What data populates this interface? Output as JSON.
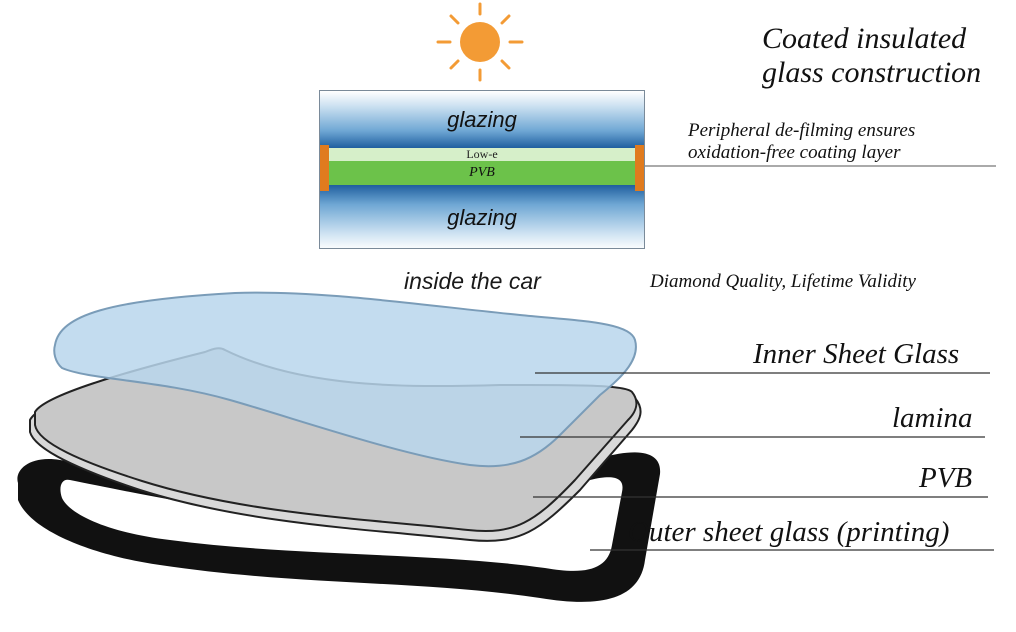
{
  "title": {
    "line1": "Coated insulated",
    "line2": "glass construction"
  },
  "cross_section": {
    "glazing_top": "glazing",
    "low_e": "Low-e",
    "pvb": "PVB",
    "glazing_bottom": "glazing"
  },
  "peripheral_note": {
    "line1": "Peripheral de-filming ensures",
    "line2": "oxidation-free coating layer"
  },
  "inside_label": "inside the car",
  "quality_label": "Diamond Quality, Lifetime Validity",
  "layer_labels": {
    "inner": "Inner Sheet Glass",
    "lamina": "lamina",
    "pvb": "PVB",
    "outer": "Outer sheet glass (printing)"
  },
  "colors": {
    "sun": "#f39b35",
    "pvb": "#6cc24a",
    "low_e": "#d6efc9",
    "glazing": "#1f5f9f",
    "edge_seal": "#e07b1e",
    "inner_glass": "#b9d6ec",
    "lamina": "#c8c8c8",
    "outer_print": "#111111"
  },
  "icons": {
    "sun": "sun-icon"
  }
}
